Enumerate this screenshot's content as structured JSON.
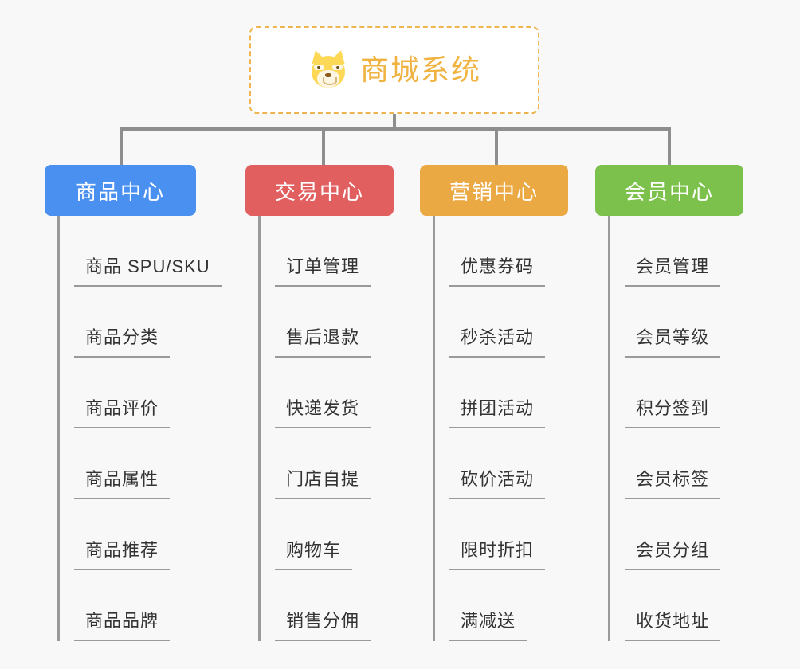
{
  "page": {
    "background_color": "#f8f8f8",
    "line_color": "#8e8e8e",
    "leaf_text_color": "#333333"
  },
  "root": {
    "title": "商城系统",
    "icon": "shiba-inu-dog-face-emoji",
    "text_color": "#f0b240",
    "border_color": "#eeb44f",
    "border_style": "dashed",
    "background_color": "#ffffff"
  },
  "branches": [
    {
      "title": "商品中心",
      "color": "#4a90f0",
      "items": [
        "商品 SPU/SKU",
        "商品分类",
        "商品评价",
        "商品属性",
        "商品推荐",
        "商品品牌"
      ]
    },
    {
      "title": "交易中心",
      "color": "#e15f5f",
      "items": [
        "订单管理",
        "售后退款",
        "快递发货",
        "门店自提",
        "购物车",
        "销售分佣"
      ]
    },
    {
      "title": "营销中心",
      "color": "#eba944",
      "items": [
        "优惠券码",
        "秒杀活动",
        "拼团活动",
        "砍价活动",
        "限时折扣",
        "满减送"
      ]
    },
    {
      "title": "会员中心",
      "color": "#7bc14b",
      "items": [
        "会员管理",
        "会员等级",
        "积分签到",
        "会员标签",
        "会员分组",
        "收货地址"
      ]
    }
  ]
}
